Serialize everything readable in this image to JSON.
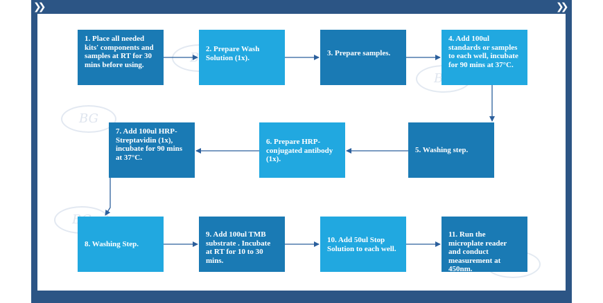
{
  "colors": {
    "frame": "#2c5585",
    "box_dark": "#1a7ab4",
    "box_light": "#21a8e0",
    "arrow": "#2b5f9c"
  },
  "watermark": "BG",
  "frame_icons": {
    "left": "double-chevron-right",
    "right": "double-chevron-right"
  },
  "steps": [
    {
      "id": 1,
      "text": "1. Place all needed kits' components and samples at RT for 30 mins before using."
    },
    {
      "id": 2,
      "text": "2. Prepare Wash Solution (1x)."
    },
    {
      "id": 3,
      "text": "3. Prepare samples."
    },
    {
      "id": 4,
      "text": "4. Add 100ul standards or samples to each well, incubate for 90 mins at 37°C."
    },
    {
      "id": 5,
      "text": "5. Washing step."
    },
    {
      "id": 6,
      "text": "6. Prepare HRP-conjugated antibody (1x)."
    },
    {
      "id": 7,
      "text": "7. Add 100ul HRP-Streptavidin (1x), incubate for 90 mins at 37°C."
    },
    {
      "id": 8,
      "text": "8. Washing Step."
    },
    {
      "id": 9,
      "text": "9. Add 100ul TMB substrate . Incubate at RT for 10 to 30 mins."
    },
    {
      "id": 10,
      "text": "10. Add 50ul Stop Solution to each well."
    },
    {
      "id": 11,
      "text": "11. Run the microplate reader and conduct measurement at 450nm."
    }
  ]
}
